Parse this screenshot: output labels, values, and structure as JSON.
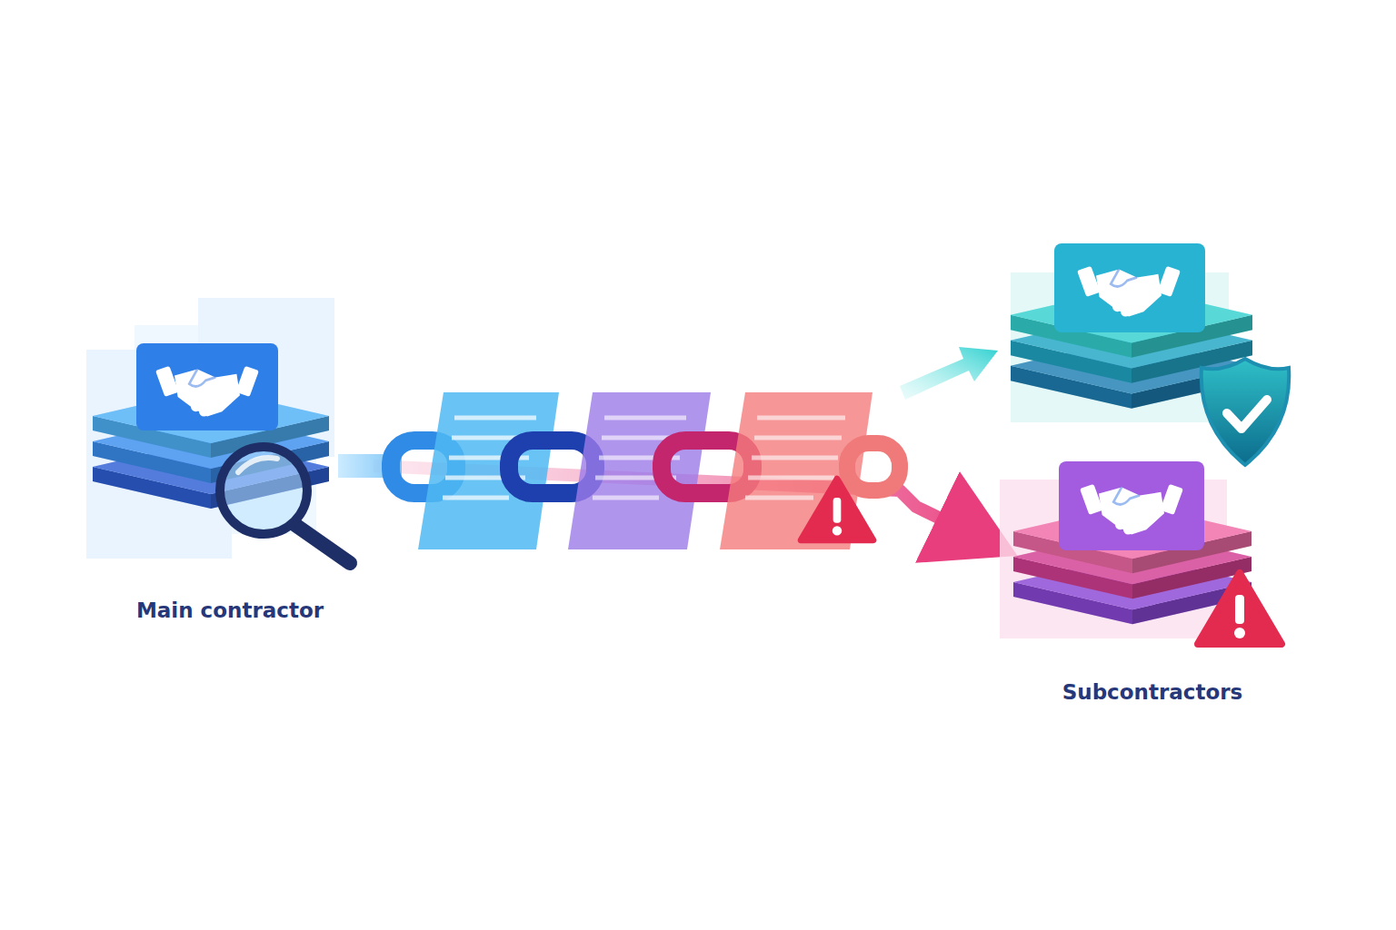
{
  "diagram": {
    "nodes": [
      {
        "text": [
          "Main contractor"
        ]
      },
      {
        "text": [
          "Subcontractors"
        ]
      }
    ],
    "edges": [
      {
        "from": 0,
        "to": 1,
        "arrow": "to"
      }
    ]
  }
}
